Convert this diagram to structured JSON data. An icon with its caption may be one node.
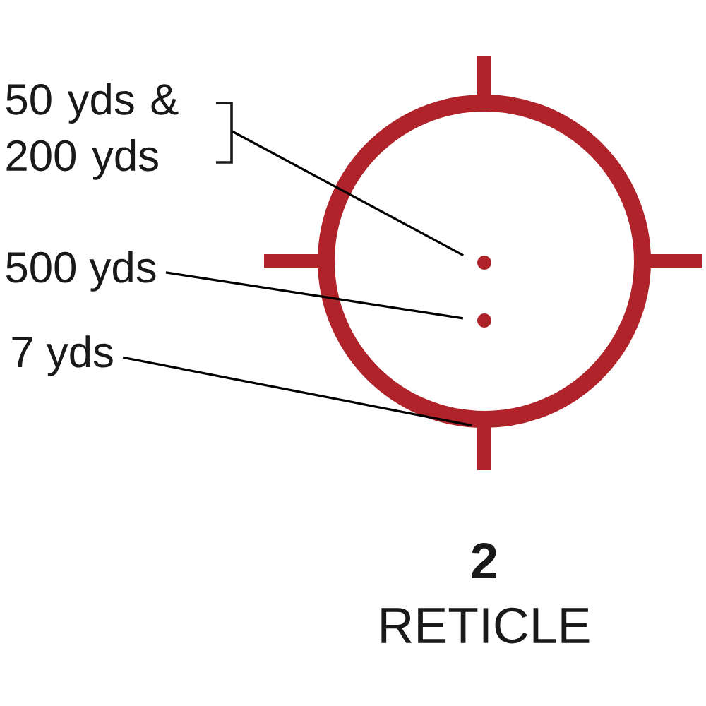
{
  "diagram": {
    "nodes": [
      {
        "text": [
          "50 yds & 200 yds"
        ]
      },
      {
        "text": [
          "500 yds"
        ]
      },
      {
        "text": [
          "7 yds"
        ]
      },
      {
        "text": [],
        "shape": "circle"
      },
      {
        "text": [],
        "shape": "circle",
        "in": 3
      },
      {
        "text": [],
        "shape": "circle",
        "in": 3
      }
    ],
    "edges": [
      {
        "from": 0,
        "to": 4,
        "arrow": "none"
      },
      {
        "from": 1,
        "to": 5,
        "arrow": "none"
      },
      {
        "from": 2,
        "to": 3,
        "arrow": "none"
      }
    ],
    "labels": [
      "2",
      "RETICLE"
    ]
  }
}
